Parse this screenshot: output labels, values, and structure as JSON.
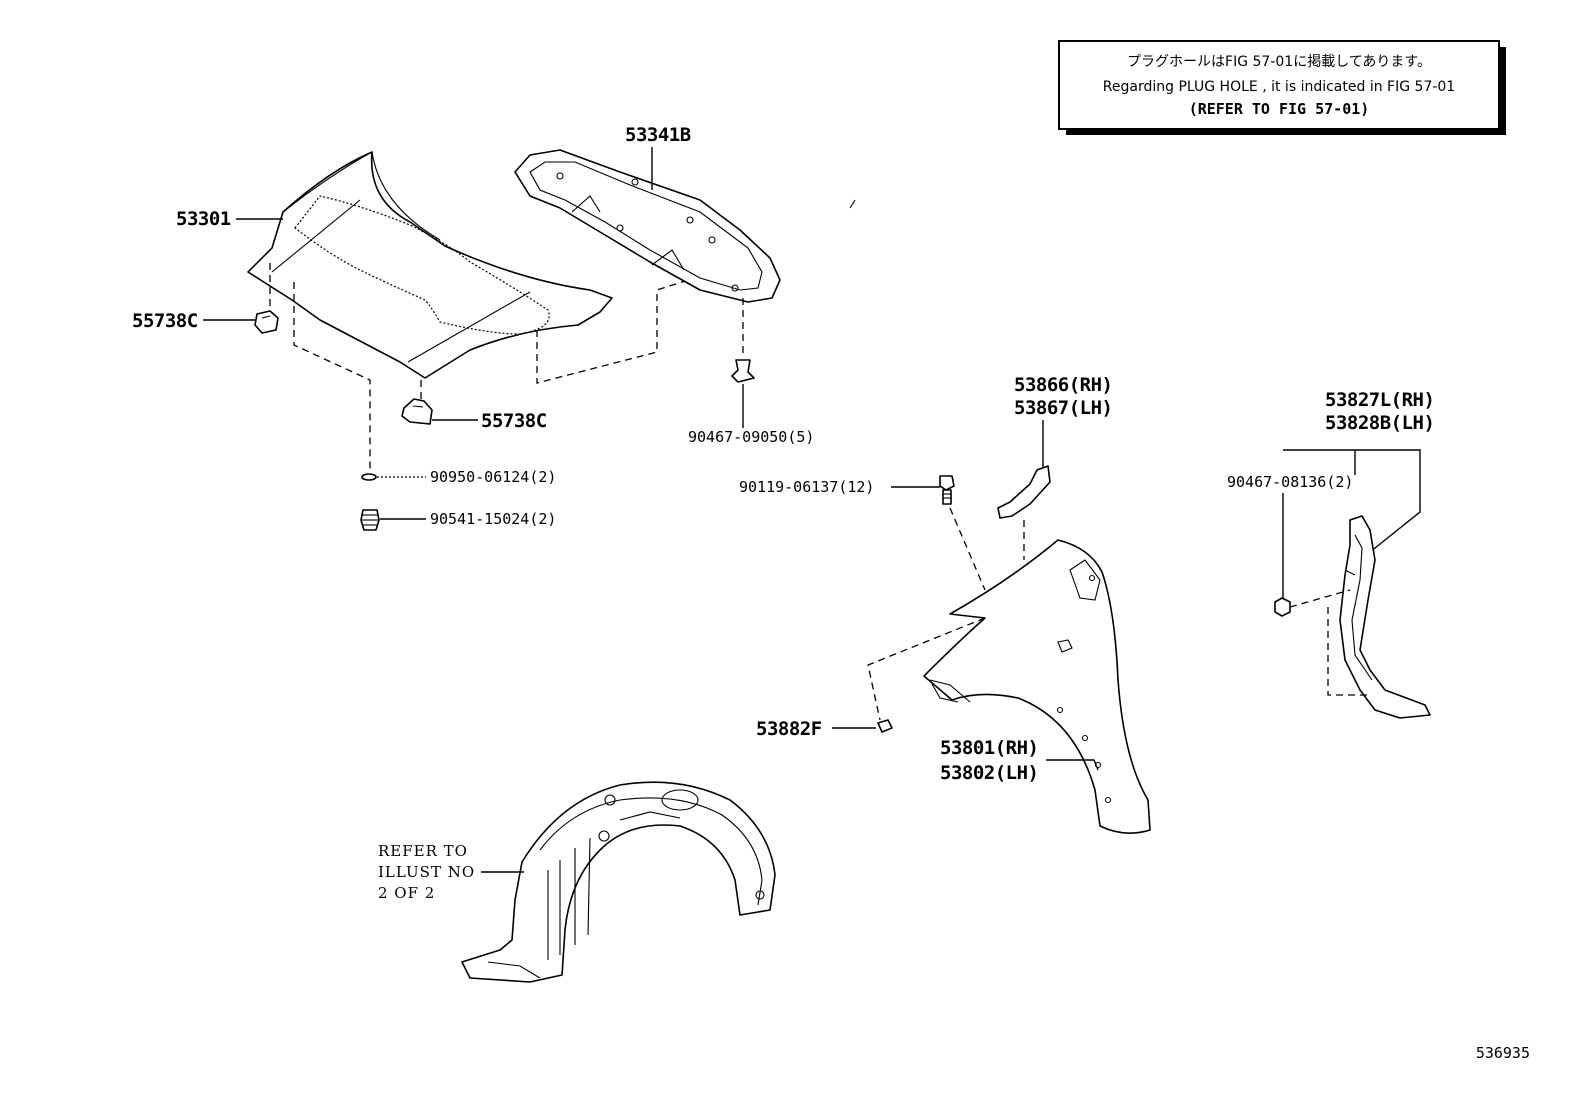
{
  "notice": {
    "line1": "プラグホールはFIG 57-01に掲載してあります。",
    "line2": "Regarding PLUG HOLE , it is indicated in FIG 57-01",
    "line3": "(REFER TO FIG 57-01)"
  },
  "labels": {
    "hood": "53301",
    "hood_insulator": "53341B",
    "hood_cushion_left": "55738C",
    "hood_cushion_right": "55738C",
    "clip_hood": "90467-09050(5)",
    "oring": "90950-06124(2)",
    "stopper": "90541-15024(2)",
    "bolt": "90119-06137(12)",
    "bracket_rh": "53866(RH)",
    "bracket_lh": "53867(LH)",
    "seal_rh": "53827L(RH)",
    "seal_lh": "53828B(LH)",
    "clip_seal": "90467-08136(2)",
    "pad": "53882F",
    "fender_rh": "53801(RH)",
    "fender_lh": "53802(LH)",
    "refer_line1": "REFER TO",
    "refer_line2": "ILLUST NO",
    "refer_line3": "2 OF 2",
    "figure_id": "536935"
  }
}
